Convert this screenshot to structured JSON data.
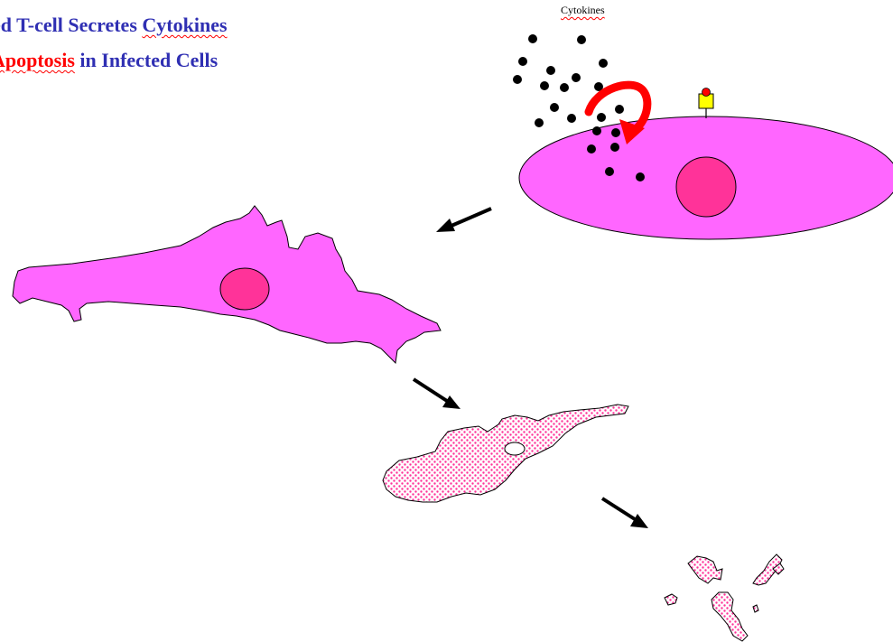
{
  "title": {
    "line1": {
      "part1": "ed T-cell Secretes ",
      "part2": "Cytokines"
    },
    "line2": {
      "part1": "Apoptosis",
      "part2": " in Infected Cells"
    }
  },
  "labels": {
    "cytokines": "Cytokines"
  },
  "colors": {
    "title_blue": "#2f2fb3",
    "title_red": "#ff0000",
    "cell_fill": "#ff66ff",
    "nucleus_fill": "#ff3399",
    "arrow": "#000000",
    "curved_arrow": "#ff0000",
    "receptor": "#ffff00",
    "fragment_dots": "#ff3399"
  },
  "icons": {
    "cytokine_particles": "black-dot-icon",
    "receptor": "receptor-icon",
    "secretion_arrow": "curved-arrow-icon",
    "progression_arrows": "arrow-down-left-icon / arrow-down-right-icon"
  }
}
